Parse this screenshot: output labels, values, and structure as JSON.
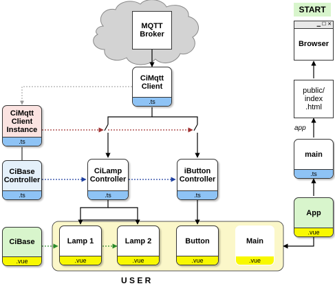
{
  "colors": {
    "ts_footer": "#8ec3f5",
    "vue_footer": "#f8f800",
    "user_area": "#fbf7c9",
    "instance_bg": "#fbe3e1",
    "controller_bg": "#e4f0fa",
    "cibase_bg": "#d8f5cc",
    "start_bg": "#d8f5cc",
    "cloud": "#d3d3d3",
    "link_red": "#a03030",
    "link_blue": "#1f3f9f",
    "link_green": "#2a8a2a",
    "link_gray": "#999999"
  },
  "broker": {
    "label": "MQTT\nBroker"
  },
  "nodes": {
    "cimqtt_client": {
      "label": "CiMqtt\nClient",
      "type": ".ts"
    },
    "cimqtt_instance": {
      "label": "CiMqtt\nClient\nInstance",
      "type": ".ts"
    },
    "cibase_controller": {
      "label": "CiBase\nController",
      "type": ".ts"
    },
    "cilamp_controller": {
      "label": "CiLamp\nController",
      "type": ".ts"
    },
    "ibutton_controller": {
      "label": "iButton\nController",
      "type": ".ts"
    },
    "cibase": {
      "label": "CiBase",
      "type": ".vue"
    },
    "lamp1": {
      "label": "Lamp 1",
      "type": ".vue"
    },
    "lamp2": {
      "label": "Lamp 2",
      "type": ".vue"
    },
    "button": {
      "label": "Button",
      "type": ".vue"
    },
    "main_vue": {
      "label": "Main",
      "type": ".vue"
    },
    "app": {
      "label": "App",
      "type": ".vue"
    },
    "main_ts": {
      "label": "main",
      "type": ".ts"
    },
    "index_html": {
      "label": "public/\nindex\n.html"
    }
  },
  "start_label": "START",
  "browser": {
    "label": "Browser",
    "window_buttons": "▁ ☐ ✕"
  },
  "app_label": "app",
  "user_label": "U S E R"
}
